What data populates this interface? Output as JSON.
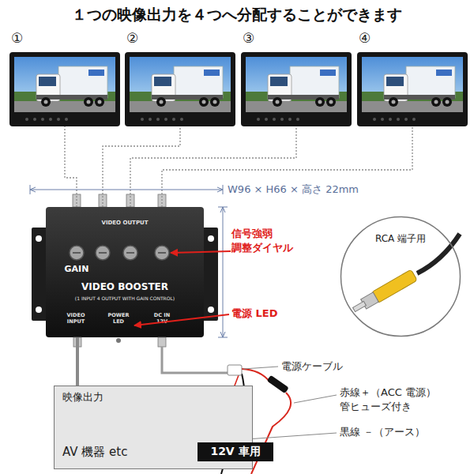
{
  "diagram": {
    "title": "１つの映像出力を４つへ分配することができます",
    "nodes": [
      {
        "text": [
          "①"
        ]
      },
      {
        "text": [
          "②"
        ]
      },
      {
        "text": [
          "③"
        ]
      },
      {
        "text": [
          "④"
        ]
      },
      {
        "text": [
          "VIDEO OUTPUT",
          "GAIN",
          "VIDEO BOOSTER",
          "(1 INPUT 4 OUTPUT WITH GAIN CONTROL)",
          "VIDEO INPUT",
          "POWER LED",
          "DC IN 12V"
        ]
      },
      {
        "text": [
          "RCA 端子用"
        ]
      },
      {
        "text": [
          "映像出力",
          "AV 機器 etc"
        ]
      },
      {
        "text": [
          "12V 車用"
        ]
      }
    ],
    "edges": [
      {
        "from": 4,
        "to": 0,
        "arrow": "none"
      },
      {
        "from": 4,
        "to": 1,
        "arrow": "none"
      },
      {
        "from": 4,
        "to": 2,
        "arrow": "none"
      },
      {
        "from": 4,
        "to": 3,
        "arrow": "none"
      },
      {
        "from": 6,
        "to": 4,
        "arrow": "none"
      }
    ],
    "labels": [
      "W96 × H66 × 高さ 22mm",
      "信号強弱 調整ダイヤル",
      "電源 LED",
      "電源ケーブル",
      "赤線＋（ACC 電源） 管ヒューズ付き",
      "黒線 －（アース）"
    ]
  }
}
